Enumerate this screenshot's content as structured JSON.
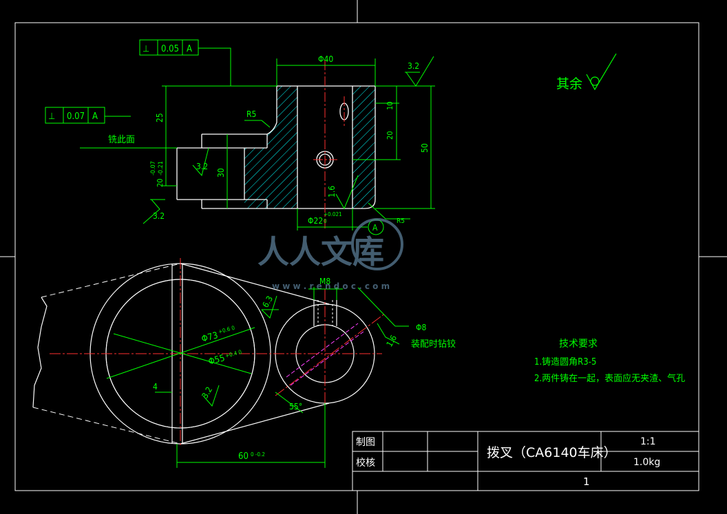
{
  "drawing": {
    "title": "拨叉（CA6140车床）",
    "scale": "1:1",
    "weight": "1.0kg",
    "sheet": "1",
    "drawn_label": "制图",
    "checked_label": "校核"
  },
  "tech_requirements": {
    "title": "技术要求",
    "items": [
      "1.铸造圆角R3-5",
      "2.两件铸在一起，表面应无夹渣、气孔"
    ]
  },
  "surface_note": "其余",
  "section_view": {
    "tol1_sym": "⊥",
    "tol1_val": "0.05",
    "tol1_ref": "A",
    "tol2_sym": "⊥",
    "tol2_val": "0.07",
    "tol2_ref": "A",
    "dim_phi40": "Φ40",
    "dim_3_2_top": "3.2",
    "dim_r5": "R5",
    "dim_25": "25",
    "dim_10": "10",
    "dim_20": "20",
    "dim_50": "50",
    "dim_30": "30",
    "dim_20tol": "20",
    "dim_20tol_up": "-0.07",
    "dim_20tol_lo": "-0.21",
    "rough_3_2_left": "3.2",
    "rough_3_2_bottom": "3.2",
    "rough_1_6": "1.6",
    "dim_phi22": "Φ22",
    "dim_phi22_up": "+0.021",
    "dim_phi22_lo": "0",
    "datum_a": "A",
    "dim_r5_b": "R5",
    "mill_note": "铣此面"
  },
  "plan_view": {
    "dim_m8": "M8",
    "dim_phi73": "Φ73",
    "dim_phi73_tol": "+0.6 0",
    "dim_phi55": "Φ55",
    "dim_phi55_tol": "+0.4 0",
    "rough_6_3": "6.3",
    "rough_3_2": "3.2",
    "rough_1_6": "1.6",
    "dim_4": "4",
    "dim_55deg": "55°",
    "dim_phi8": "Φ8",
    "assembly_note": "装配时钻铰",
    "dim_60": "60",
    "dim_60_tol": "0 -0.2"
  },
  "watermark": {
    "brand": "人人文库",
    "url": "w w w . r e n d o c . c o m"
  }
}
